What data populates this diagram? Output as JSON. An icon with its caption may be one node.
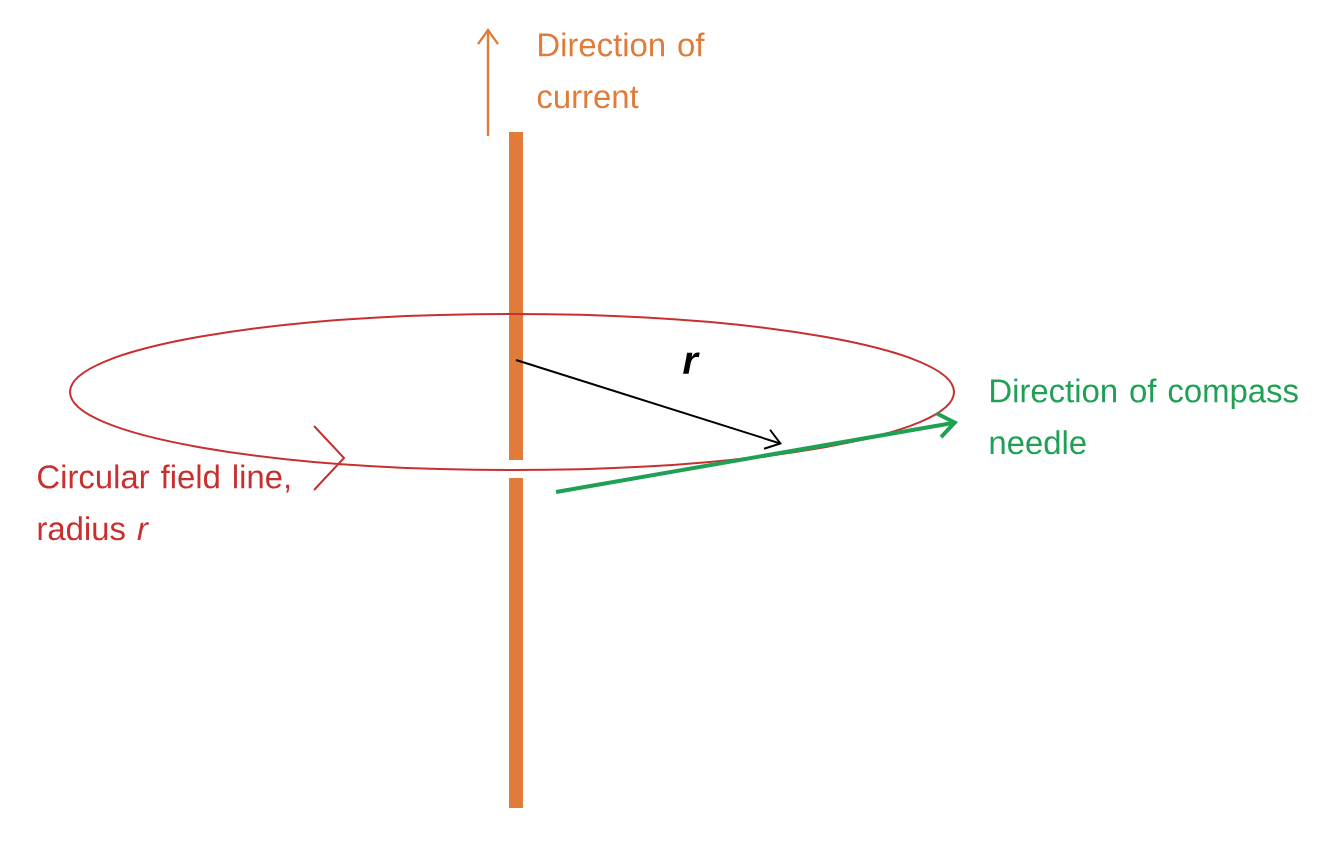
{
  "diagram": {
    "labels": [
      "Direction of current",
      "r",
      "Direction of compass needle",
      "Circular field line, radius *r*"
    ]
  }
}
